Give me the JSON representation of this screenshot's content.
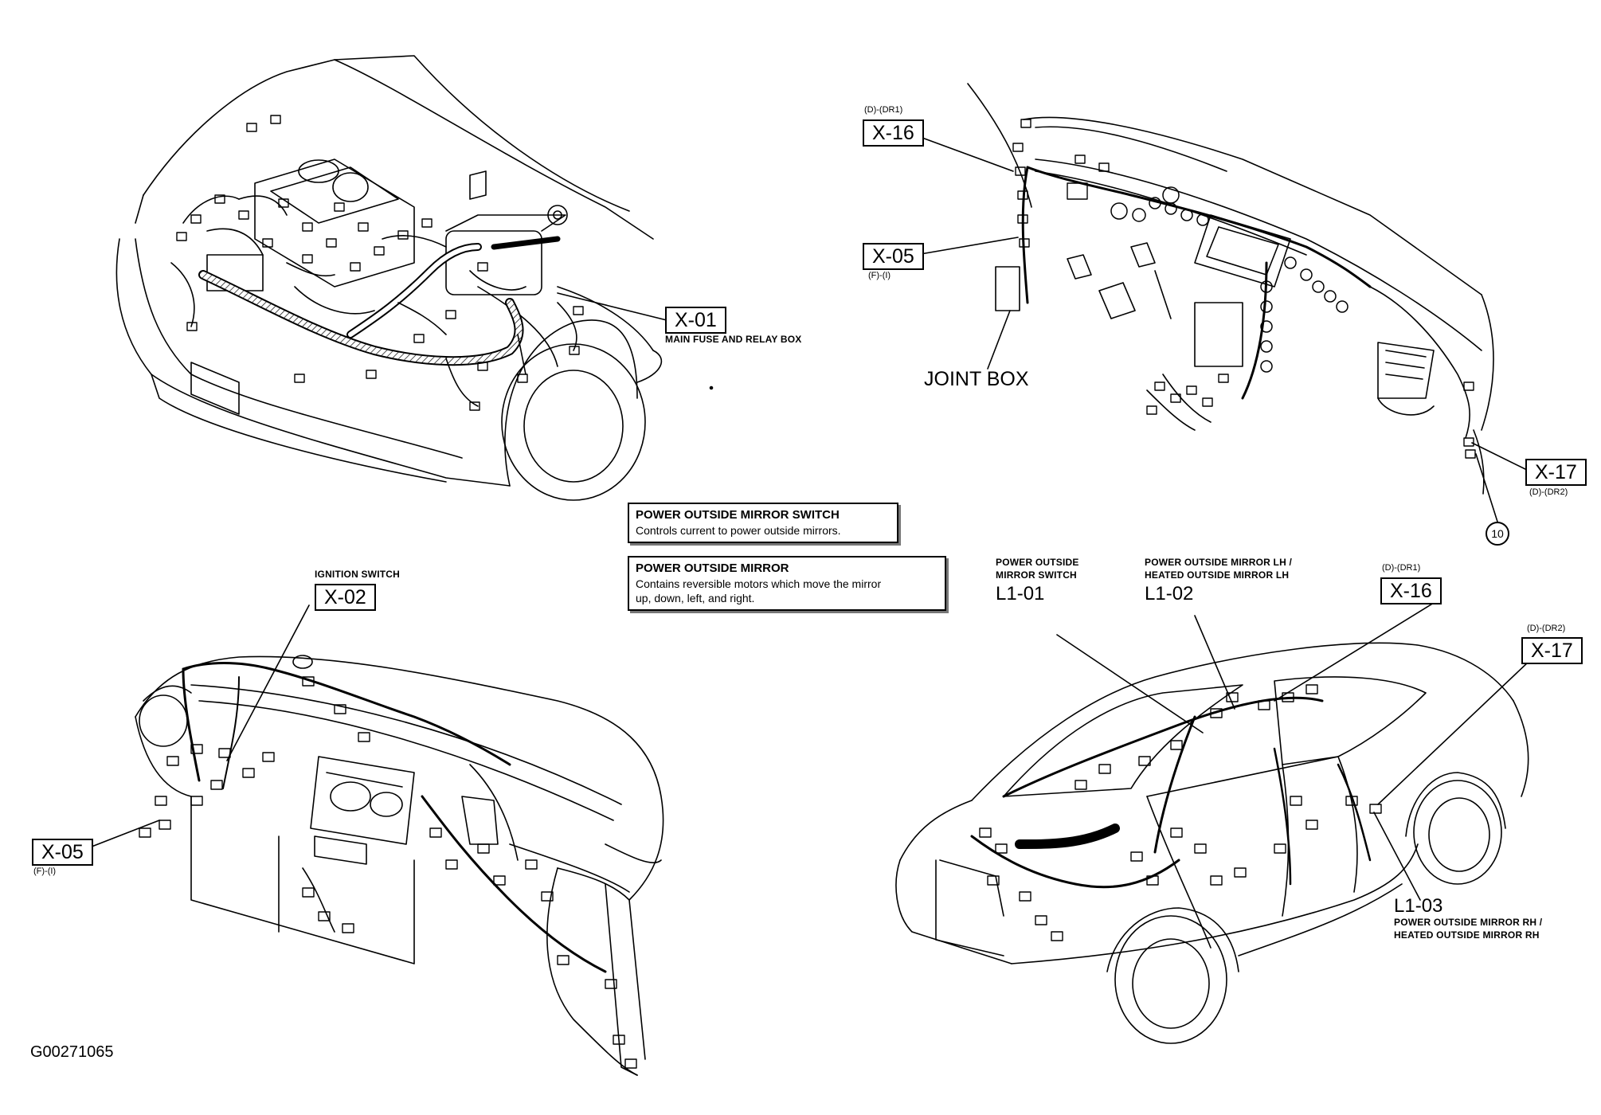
{
  "diagram_id": "G00271065",
  "code_labels": {
    "x01": "X-01",
    "x02": "X-02",
    "x05_top": "X-05",
    "x05_bottom": "X-05",
    "x16_top": "X-16",
    "x16_bottom": "X-16",
    "x17_top": "X-17",
    "x17_bottom": "X-17"
  },
  "sublabels": {
    "x16_top": "(D)-(DR1)",
    "x05_top": "(F)-(I)",
    "x17_top": "(D)-(DR2)",
    "x05_bottom": "(F)-(I)",
    "x16_bottom": "(D)-(DR1)",
    "x17_bottom": "(D)-(DR2)"
  },
  "component_labels": {
    "main_fuse": "MAIN FUSE AND RELAY BOX",
    "joint_box": "JOINT BOX",
    "ignition_switch": "IGNITION SWITCH",
    "circle_10": "10",
    "l1_01_name": [
      "POWER OUTSIDE",
      "MIRROR SWITCH"
    ],
    "l1_01_code": "L1-01",
    "l1_02_name": [
      "POWER OUTSIDE MIRROR LH /",
      "HEATED OUTSIDE MIRROR LH"
    ],
    "l1_02_code": "L1-02",
    "l1_03_code": "L1-03",
    "l1_03_name": [
      "POWER OUTSIDE MIRROR RH /",
      "HEATED OUTSIDE MIRROR RH"
    ]
  },
  "descriptions": [
    {
      "title": "POWER OUTSIDE MIRROR SWITCH",
      "text": "Controls current to power outside mirrors."
    },
    {
      "title": "POWER OUTSIDE MIRROR",
      "text": [
        "Contains reversible motors which move the mirror",
        "up, down, left, and right."
      ]
    }
  ]
}
